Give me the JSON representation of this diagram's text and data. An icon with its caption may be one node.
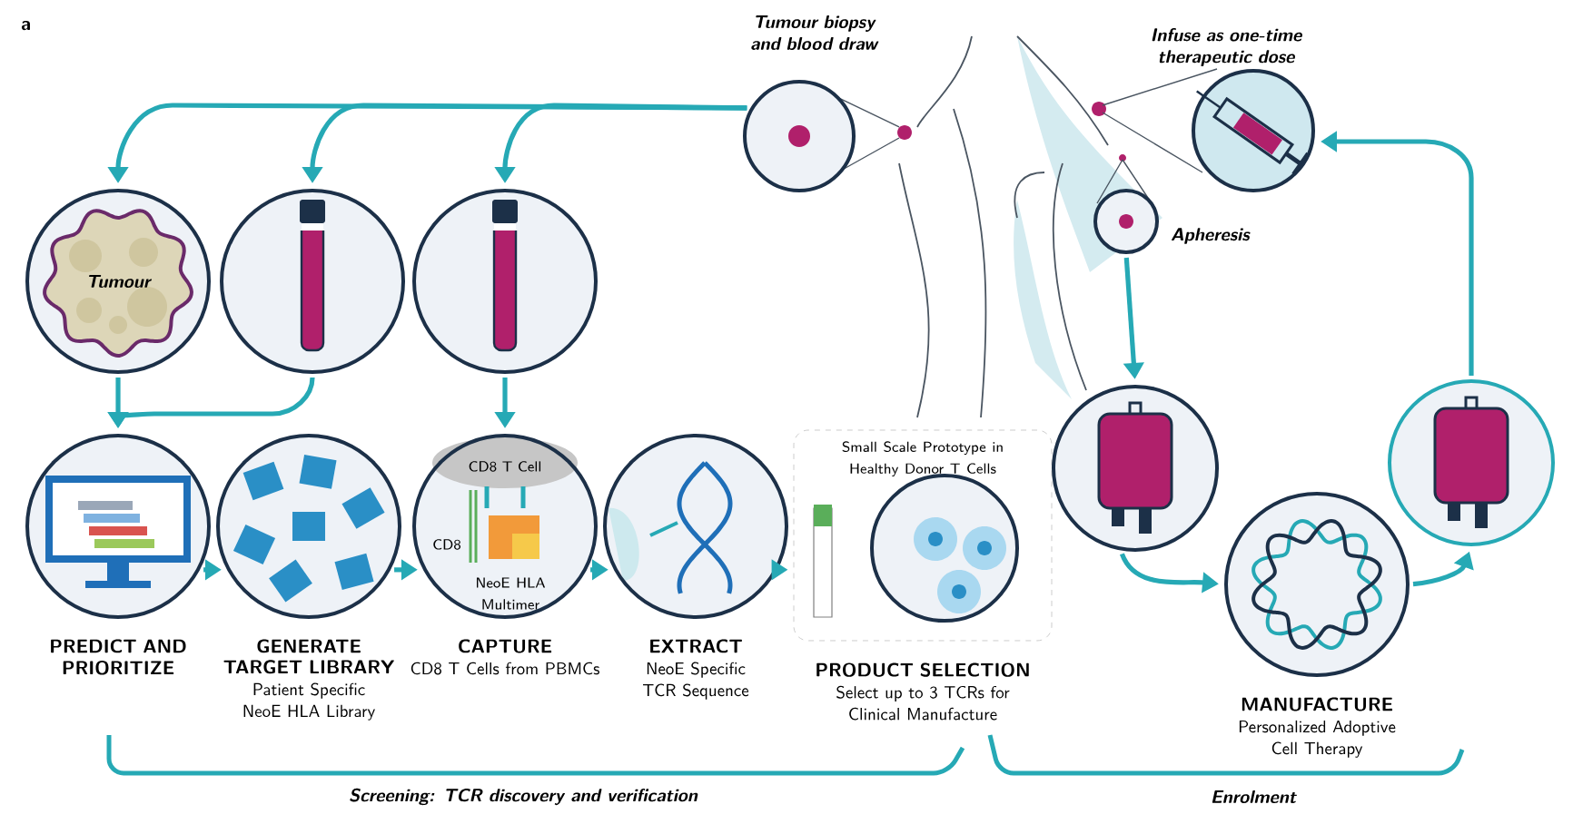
{
  "diagram": {
    "nodes": [
      {
        "text": [
          "Tumour biopsy and blood draw"
        ]
      },
      {
        "text": [
          "Tumour"
        ]
      },
      {
        "text": [],
        "shape": "circle"
      },
      {
        "text": [],
        "shape": "circle"
      },
      {
        "text": [
          "PREDICT AND PRIORITIZE"
        ]
      },
      {
        "text": [
          "GENERATE TARGET LIBRARY",
          "Patient Specific NeoE HLA Library"
        ]
      },
      {
        "text": [
          "CAPTURE",
          "CD8 T Cells from PBMCs"
        ]
      },
      {
        "text": [
          "EXTRACT",
          "NeoE Specific TCR Sequence"
        ]
      },
      {
        "text": [
          "Small Scale Prototype in Healthy Donor T Cells",
          "PRODUCT SELECTION",
          "Select up to 3 TCRs for Clinical Manufacture"
        ]
      },
      {
        "text": [
          "Infuse as one-time therapeutic dose"
        ]
      },
      {
        "text": [
          "Apheresis"
        ]
      },
      {
        "text": [],
        "shape": "circle"
      },
      {
        "text": [
          "MANUFACTURE",
          "Personalized Adoptive Cell Therapy"
        ]
      },
      {
        "text": [],
        "shape": "circle"
      }
    ],
    "edges": [
      {
        "from": 0,
        "to": 1,
        "arrow": "to"
      },
      {
        "from": 0,
        "to": 2,
        "arrow": "to"
      },
      {
        "from": 0,
        "to": 3,
        "arrow": "to"
      },
      {
        "from": 1,
        "to": 4,
        "arrow": "to"
      },
      {
        "from": 2,
        "to": 4,
        "arrow": "to"
      },
      {
        "from": 3,
        "to": 6,
        "arrow": "to"
      },
      {
        "from": 4,
        "to": 5,
        "arrow": "to"
      },
      {
        "from": 5,
        "to": 6,
        "arrow": "to"
      },
      {
        "from": 6,
        "to": 7,
        "arrow": "to"
      },
      {
        "from": 7,
        "to": 8,
        "arrow": "to"
      },
      {
        "from": 10,
        "to": 11,
        "arrow": "to"
      },
      {
        "from": 11,
        "to": 12,
        "arrow": "to"
      },
      {
        "from": 12,
        "to": 13,
        "arrow": "to"
      },
      {
        "from": 13,
        "to": 9,
        "arrow": "to"
      }
    ],
    "labels": [
      "a",
      "CD8 T Cell",
      "CD8",
      "NeoE HLA Multimer",
      "Screening: TCR discovery and verification",
      "Enrolment"
    ]
  }
}
